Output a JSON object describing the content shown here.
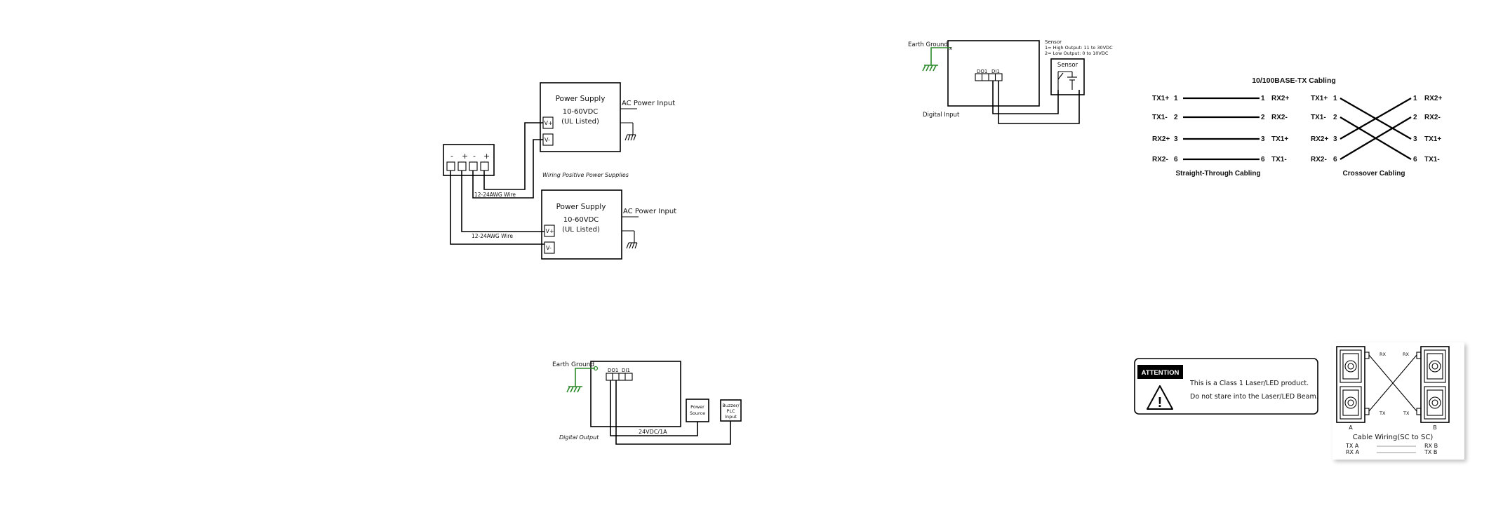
{
  "power_supply_diagram": {
    "box_title": "Power Supply",
    "voltage": "10-60VDC",
    "listing": "(UL Listed)",
    "ac_input": "AC Power Input",
    "vplus": "V+",
    "vminus": "V-",
    "terminals": [
      "-",
      "+",
      "-",
      "+"
    ],
    "wire_label": "12-24AWG Wire",
    "caption": "Wiring Positive Power Supplies"
  },
  "digital_output_diagram": {
    "earth_ground": "Earth Ground",
    "do_label": "DO1",
    "di_label": "DI1",
    "power_source_line1": "Power",
    "power_source_line2": "Source",
    "buzzer_line1": "Buzzer/",
    "buzzer_line2": "PLC",
    "buzzer_line3": "Input",
    "supply_label": "24VDC/1A",
    "caption": "Digital Output"
  },
  "digital_input_diagram": {
    "earth_ground": "Earth Ground",
    "do_label": "DO1",
    "di_label": "DI1",
    "sensor_title": "Sensor",
    "sensor_high": "1= High Output: 11 to 30VDC",
    "sensor_low": "2= Low Output: 0 to 10VDC",
    "sensor_box": "Sensor",
    "caption": "Digital Input"
  },
  "cabling_diagram": {
    "title": "10/100BASE-TX Cabling",
    "straight_left": [
      "TX1+",
      "TX1-",
      "RX2+",
      "RX2-"
    ],
    "straight_right": [
      "RX2+",
      "RX2-",
      "TX1+",
      "TX1-"
    ],
    "pins": [
      "1",
      "2",
      "3",
      "6"
    ],
    "straight_caption": "Straight-Through Cabling",
    "cross_left": [
      "TX1+",
      "TX1-",
      "RX2+",
      "RX2-"
    ],
    "cross_right": [
      "RX2+",
      "RX2-",
      "TX1+",
      "TX1-"
    ],
    "cross_caption": "Crossover Cabling"
  },
  "attention_notice": {
    "header": "ATTENTION",
    "line1": "This is a Class 1 Laser/LED product.",
    "line2": "Do not stare into the Laser/LED Beam."
  },
  "sc_wiring": {
    "label_a": "A",
    "label_b": "B",
    "rx": "RX",
    "tx": "TX",
    "title": "Cable Wiring(SC to SC)",
    "row1_left": "TX  A",
    "row1_right": "RX B",
    "row2_left": "RX  A",
    "row2_right": "TX B"
  }
}
